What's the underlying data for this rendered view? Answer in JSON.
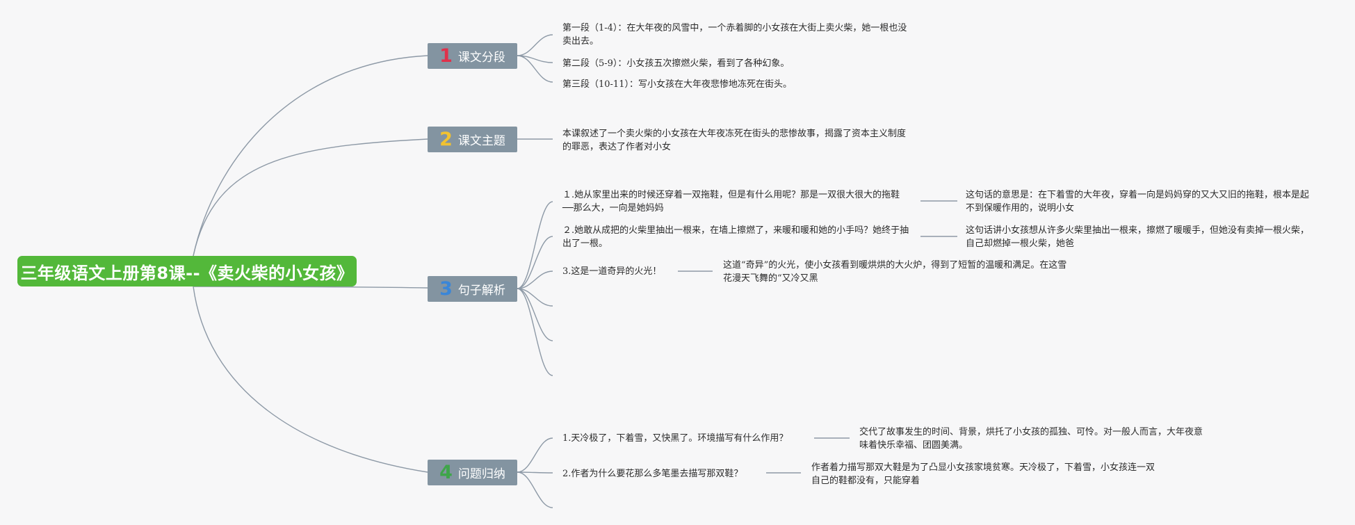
{
  "root": {
    "title": "三年级语文上册第8课--《卖火柴的小女孩》"
  },
  "colors": {
    "root_bg": "#53b83a",
    "branch_bg": "#8394a1",
    "line": "#8d99a6",
    "num1": "#e0314b",
    "num2": "#f2c230",
    "num3": "#3a86d8",
    "num4": "#3fa54a"
  },
  "branches": [
    {
      "num": "1",
      "label": "课文分段",
      "items": [
        "第一段（1-4）：在大年夜的风雪中，一个赤着脚的小女孩在大街上卖火柴，她一根也没卖出去。",
        "第二段（5-9）：小女孩五次擦燃火柴，看到了各种幻象。",
        "第三段（10-11）：写小女孩在大年夜悲惨地冻死在街头。"
      ]
    },
    {
      "num": "2",
      "label": "课文主题",
      "items": [
        "本课叙述了一个卖火柴的小女孩在大年夜冻死在街头的悲惨故事，揭露了资本主义制度的罪恶，表达了作者对小女"
      ]
    },
    {
      "num": "3",
      "label": "句子解析",
      "items": [
        {
          "q": "１.她从家里出来的时候还穿着一双拖鞋，但是有什么用呢？那是一双很大很大的拖鞋──那么大，一向是她妈妈",
          "a": "这句话的意思是：在下着雪的大年夜，穿着一向是妈妈穿的又大又旧的拖鞋，根本是起不到保暖作用的，说明小女"
        },
        {
          "q": "２.她敢从成把的火柴里抽出一根来，在墙上擦燃了，来暖和暖和她的小手吗？她终于抽出了一根。",
          "a": "这句话讲小女孩想从许多火柴里抽出一根来，擦燃了暖暖手，但她没有卖掉一根火柴，自己却燃掉一根火柴，她爸"
        },
        {
          "q": "3.这是一道奇异的火光！",
          "a": "这道“奇异”的火光，使小女孩看到暖烘烘的大火炉，得到了短暂的温暖和满足。在这雪花漫天飞舞的“又冷又黑"
        }
      ]
    },
    {
      "num": "4",
      "label": "问题归纳",
      "items": [
        {
          "q": "1.天冷极了，下着雪，又快黑了。环境描写有什么作用？",
          "a": "交代了故事发生的时间、背景，烘托了小女孩的孤独、可怜。对一般人而言，大年夜意味着快乐幸福、团圆美满。"
        },
        {
          "q": "2.作者为什么要花那么多笔墨去描写那双鞋？",
          "a": "作者着力描写那双大鞋是为了凸显小女孩家境贫寒。天冷极了，下着雪，小女孩连一双自己的鞋都没有，只能穿着"
        }
      ]
    }
  ]
}
